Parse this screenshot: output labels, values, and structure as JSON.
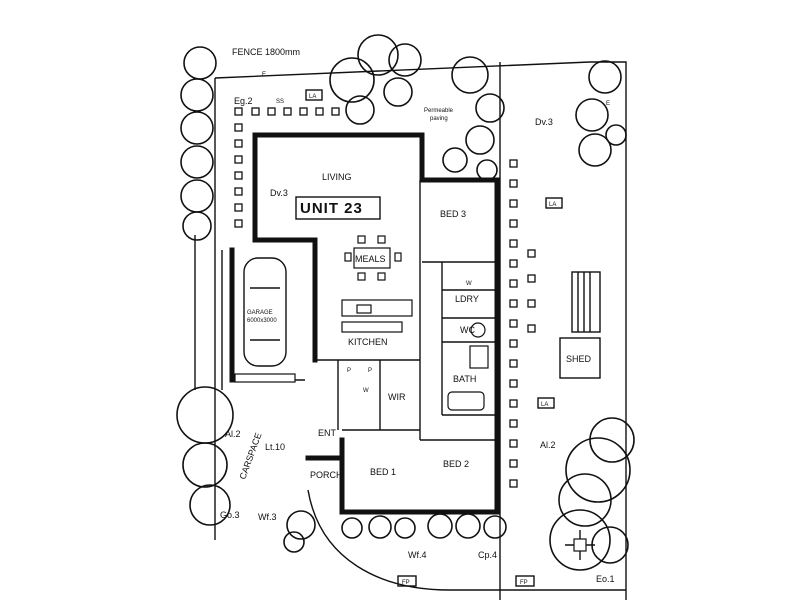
{
  "plan": {
    "fence_label": "FENCE 1800mm",
    "unit_label": "UNIT 23",
    "paving_label_line1": "Permeable",
    "paving_label_line2": "paving",
    "rooms": {
      "living": "LIVING",
      "meals": "MEALS",
      "kitchen": "KITCHEN",
      "bed1": "BED 1",
      "bed2": "BED 2",
      "bed3": "BED 3",
      "ldry": "LDRY",
      "wc": "WC",
      "bath": "BATH",
      "wir": "WIR",
      "ent": "ENT",
      "porch": "PORCH",
      "garage": "GARAGE",
      "garage_size": "6000x3000",
      "carspace": "CARSPACE",
      "shed": "SHED"
    },
    "plants": {
      "eg2": "Eg.2",
      "dv3_left": "Dv.3",
      "dv3_right": "Dv.3",
      "al2_left": "Al.2",
      "lt10": "Lt.10",
      "al2_right": "Al.2",
      "go3": "Go.3",
      "wf3": "Wf.3",
      "wf4": "Wf.4",
      "cp4": "Cp.4",
      "eo1": "Eo.1"
    },
    "tags": {
      "la_top": "LA",
      "la_right_top": "LA",
      "la_right_mid": "LA",
      "fp_left": "FP",
      "fp_right": "FP",
      "ss": "SS",
      "e_top": "E",
      "e_right": "E",
      "p1": "P",
      "p2": "P",
      "w1": "W",
      "w2": "W"
    }
  }
}
